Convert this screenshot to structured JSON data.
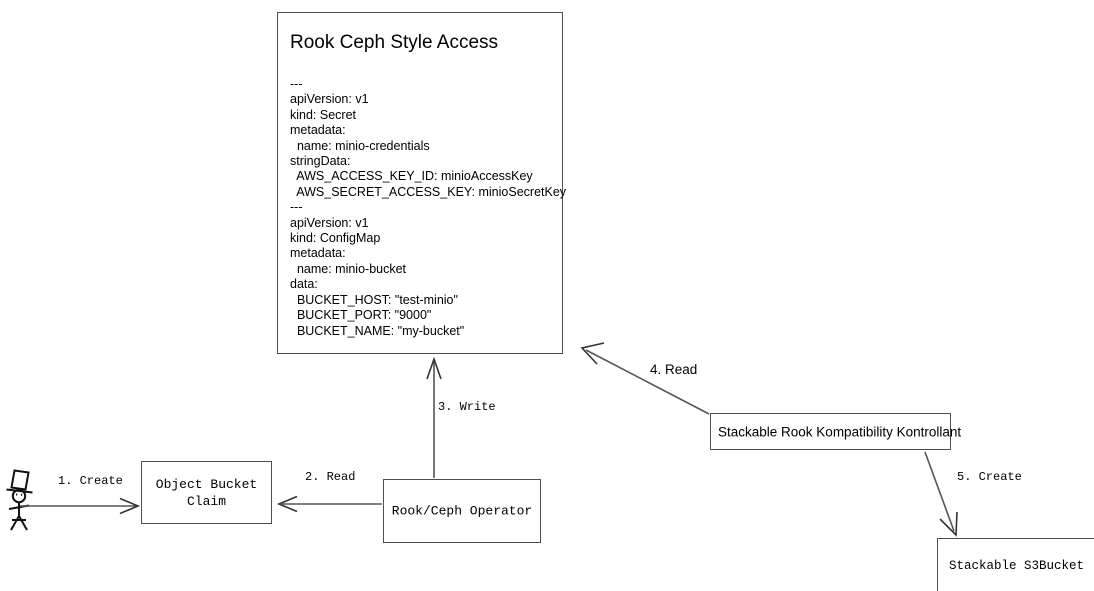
{
  "diagram": {
    "title_box": {
      "heading": "Rook Ceph Style Access",
      "yaml": "---\napiVersion: v1\nkind: Secret\nmetadata:\n  name: minio-credentials\nstringData:\n  AWS_ACCESS_KEY_ID: minioAccessKey\n  AWS_SECRET_ACCESS_KEY: minioSecretKey\n---\napiVersion: v1\nkind: ConfigMap\nmetadata:\n  name: minio-bucket\ndata:\n  BUCKET_HOST: \"test-minio\"\n  BUCKET_PORT: \"9000\"\n  BUCKET_NAME: \"my-bucket\""
    },
    "nodes": {
      "object_bucket_claim": "Object Bucket\nClaim",
      "rook_ceph_operator": "Rook/Ceph Operator",
      "kontrollant": "Stackable Rook Kompatibility Kontrollant",
      "s3bucket": "Stackable S3Bucket"
    },
    "edges": [
      {
        "id": "create-1",
        "label": "1. Create",
        "from": "actor",
        "to": "object-bucket-claim"
      },
      {
        "id": "read-2",
        "label": "2. Read",
        "from": "rook-ceph-operator",
        "to": "object-bucket-claim"
      },
      {
        "id": "write-3",
        "label": "3. Write",
        "from": "rook-ceph-operator",
        "to": "rook-ceph-style-access"
      },
      {
        "id": "read-4",
        "label": "4. Read",
        "from": "kontrollant",
        "to": "rook-ceph-style-access"
      },
      {
        "id": "create-5",
        "label": "5. Create",
        "from": "kontrollant",
        "to": "stackable-s3bucket"
      }
    ],
    "actor": {
      "name": "user-actor-stick-figure"
    },
    "colors": {
      "stroke": "#4d4d4d",
      "line": "#555555",
      "text": "#000000",
      "background": "#ffffff"
    }
  }
}
